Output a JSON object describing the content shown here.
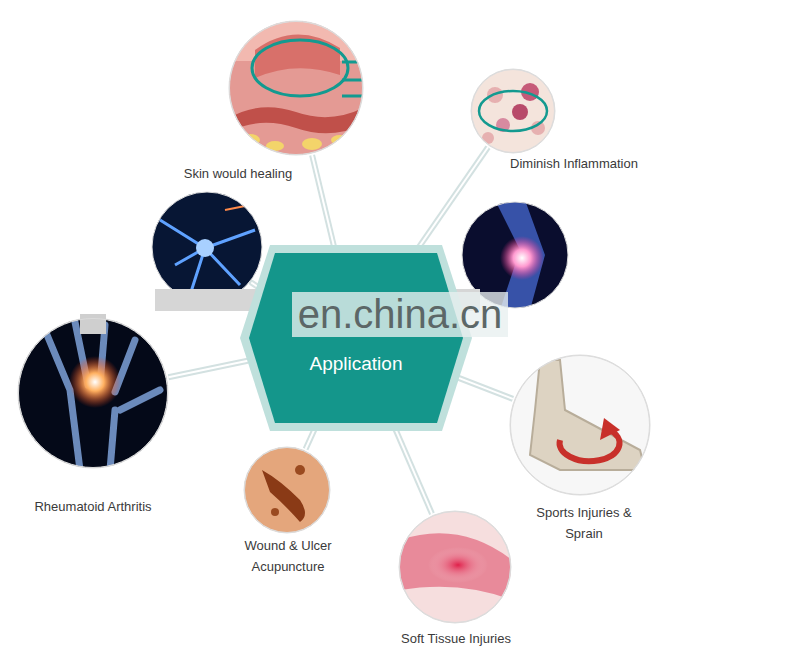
{
  "diagram": {
    "nodes": [
      {
        "text": [
          "Application"
        ]
      },
      {
        "text": [
          "Skin would healing"
        ]
      },
      {
        "text": [
          "Diminish Inflammation"
        ]
      },
      {
        "text": [
          "Rheumatoid Arthritis"
        ]
      },
      {
        "text": [
          "Sports Injuries & Sprain"
        ]
      },
      {
        "text": [
          "Wound & Ulcer Acupuncture"
        ]
      },
      {
        "text": [
          "Soft Tissue Injuries"
        ]
      }
    ],
    "edges": [
      {
        "from": 0,
        "to": 1,
        "arrow": "none"
      },
      {
        "from": 0,
        "to": 2,
        "arrow": "none"
      },
      {
        "from": 0,
        "to": 3,
        "arrow": "none"
      },
      {
        "from": 0,
        "to": 4,
        "arrow": "none"
      },
      {
        "from": 0,
        "to": 5,
        "arrow": "none"
      },
      {
        "from": 0,
        "to": 6,
        "arrow": "none"
      }
    ],
    "labels": [
      "en.china.cn"
    ]
  }
}
